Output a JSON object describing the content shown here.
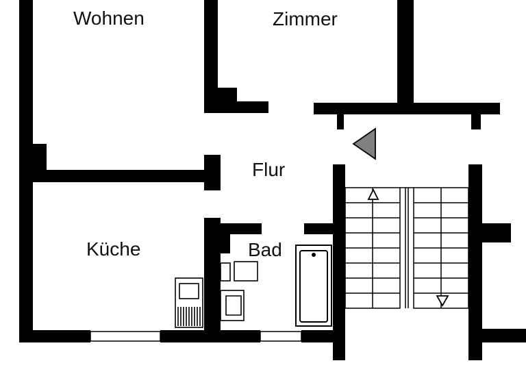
{
  "floorplan": {
    "rooms": [
      {
        "id": "wohnen",
        "label": "Wohnen"
      },
      {
        "id": "zimmer",
        "label": "Zimmer"
      },
      {
        "id": "flur",
        "label": "Flur"
      },
      {
        "id": "kueche",
        "label": "Küche"
      },
      {
        "id": "bad",
        "label": "Bad"
      }
    ],
    "colors": {
      "wall": "#000000",
      "background": "#ffffff",
      "entrance_arrow": "#808080",
      "text": "#111111"
    },
    "icons": [
      "entrance-arrow-icon",
      "stair-up-icon",
      "stair-down-icon"
    ]
  }
}
